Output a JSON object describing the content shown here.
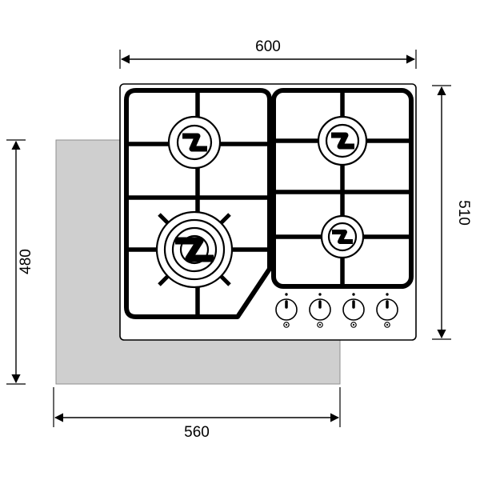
{
  "dimensions": {
    "top_width": "600",
    "right_depth": "510",
    "left_cutout_depth": "480",
    "bottom_cutout_width": "560"
  },
  "colors": {
    "line": "#000000",
    "cutout_fill": "#cfcfcf",
    "cutout_stroke": "#8f8f8f",
    "background": "#ffffff"
  }
}
